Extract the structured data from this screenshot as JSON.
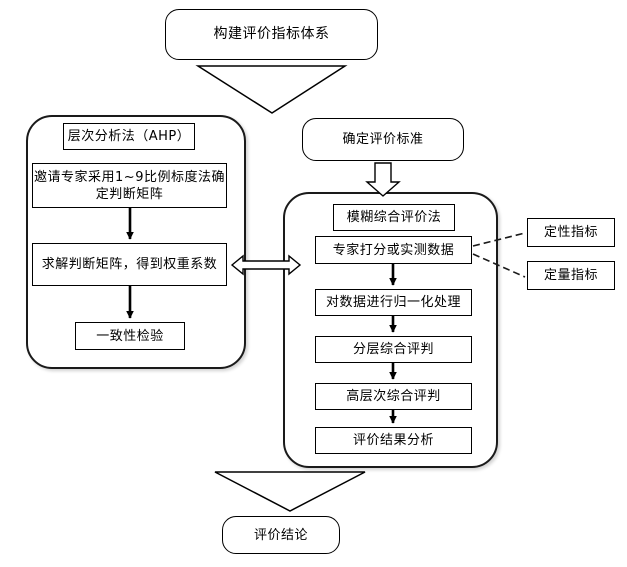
{
  "diagram": {
    "title_node": {
      "label": "构建评价指标体系"
    },
    "criteria_node": {
      "label": "确定评价标准"
    },
    "conclusion_node": {
      "label": "评价结论"
    },
    "ahp_group": {
      "header": "层次分析法（AHP）",
      "steps": [
        {
          "label": "邀请专家采用1~9比例标度法确定判断矩阵"
        },
        {
          "label": "求解判断矩阵，得到权重系数"
        },
        {
          "label": "一致性检验"
        }
      ]
    },
    "fuzzy_group": {
      "header": "模糊综合评价法",
      "steps": [
        {
          "label": "专家打分或实测数据"
        },
        {
          "label": "对数据进行归一化处理"
        },
        {
          "label": "分层综合评判"
        },
        {
          "label": "高层次综合评判"
        },
        {
          "label": "评价结果分析"
        }
      ]
    },
    "indicators": [
      {
        "label": "定性指标"
      },
      {
        "label": "定量指标"
      }
    ],
    "connectors": {
      "bidirectional_label": "",
      "stroke_color": "#000000",
      "dashed_color": "#1a1a1a"
    }
  }
}
